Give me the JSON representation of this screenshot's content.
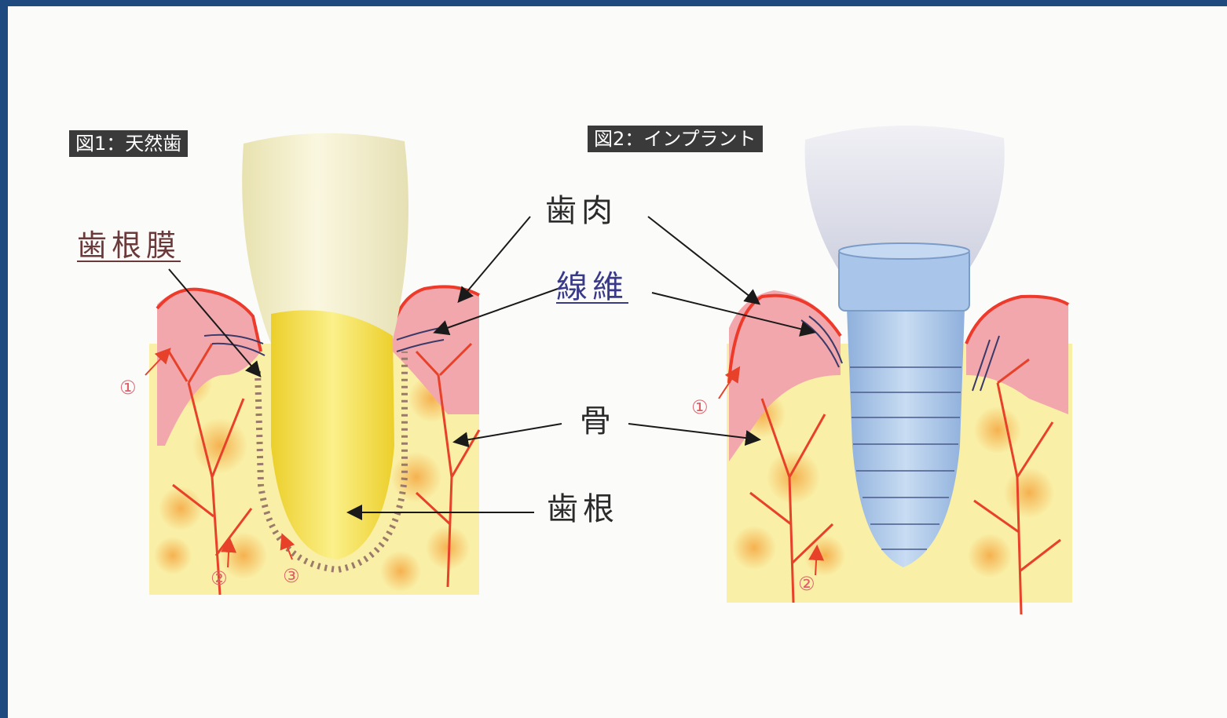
{
  "figures": {
    "natural": {
      "title": "図1：天然歯"
    },
    "implant": {
      "title": "図2：インプラント"
    }
  },
  "labels": {
    "gingiva": "歯肉",
    "periodontal_ligament": "歯根膜",
    "fibers": "線維",
    "bone": "骨",
    "root": "歯根"
  },
  "markers": {
    "one": "①",
    "two": "②",
    "three": "③"
  },
  "colors": {
    "frame_border": "#1f4a80",
    "background": "#fbfbfa",
    "gum": "#f2a7ac",
    "gum_outline": "#ee3a2a",
    "bone": "#f9efa6",
    "bone_marrow_spots": "#f6b350",
    "blood_vessels": "#e8412a",
    "crown": "#ece6b8",
    "root": "#f3dc3a",
    "implant_crown": "#dcdde8",
    "implant_fixture": "#9fbde4",
    "fibers": "#3a3a6a",
    "arrows": "#1a1a1a",
    "label_box": "#3a3a3a"
  }
}
